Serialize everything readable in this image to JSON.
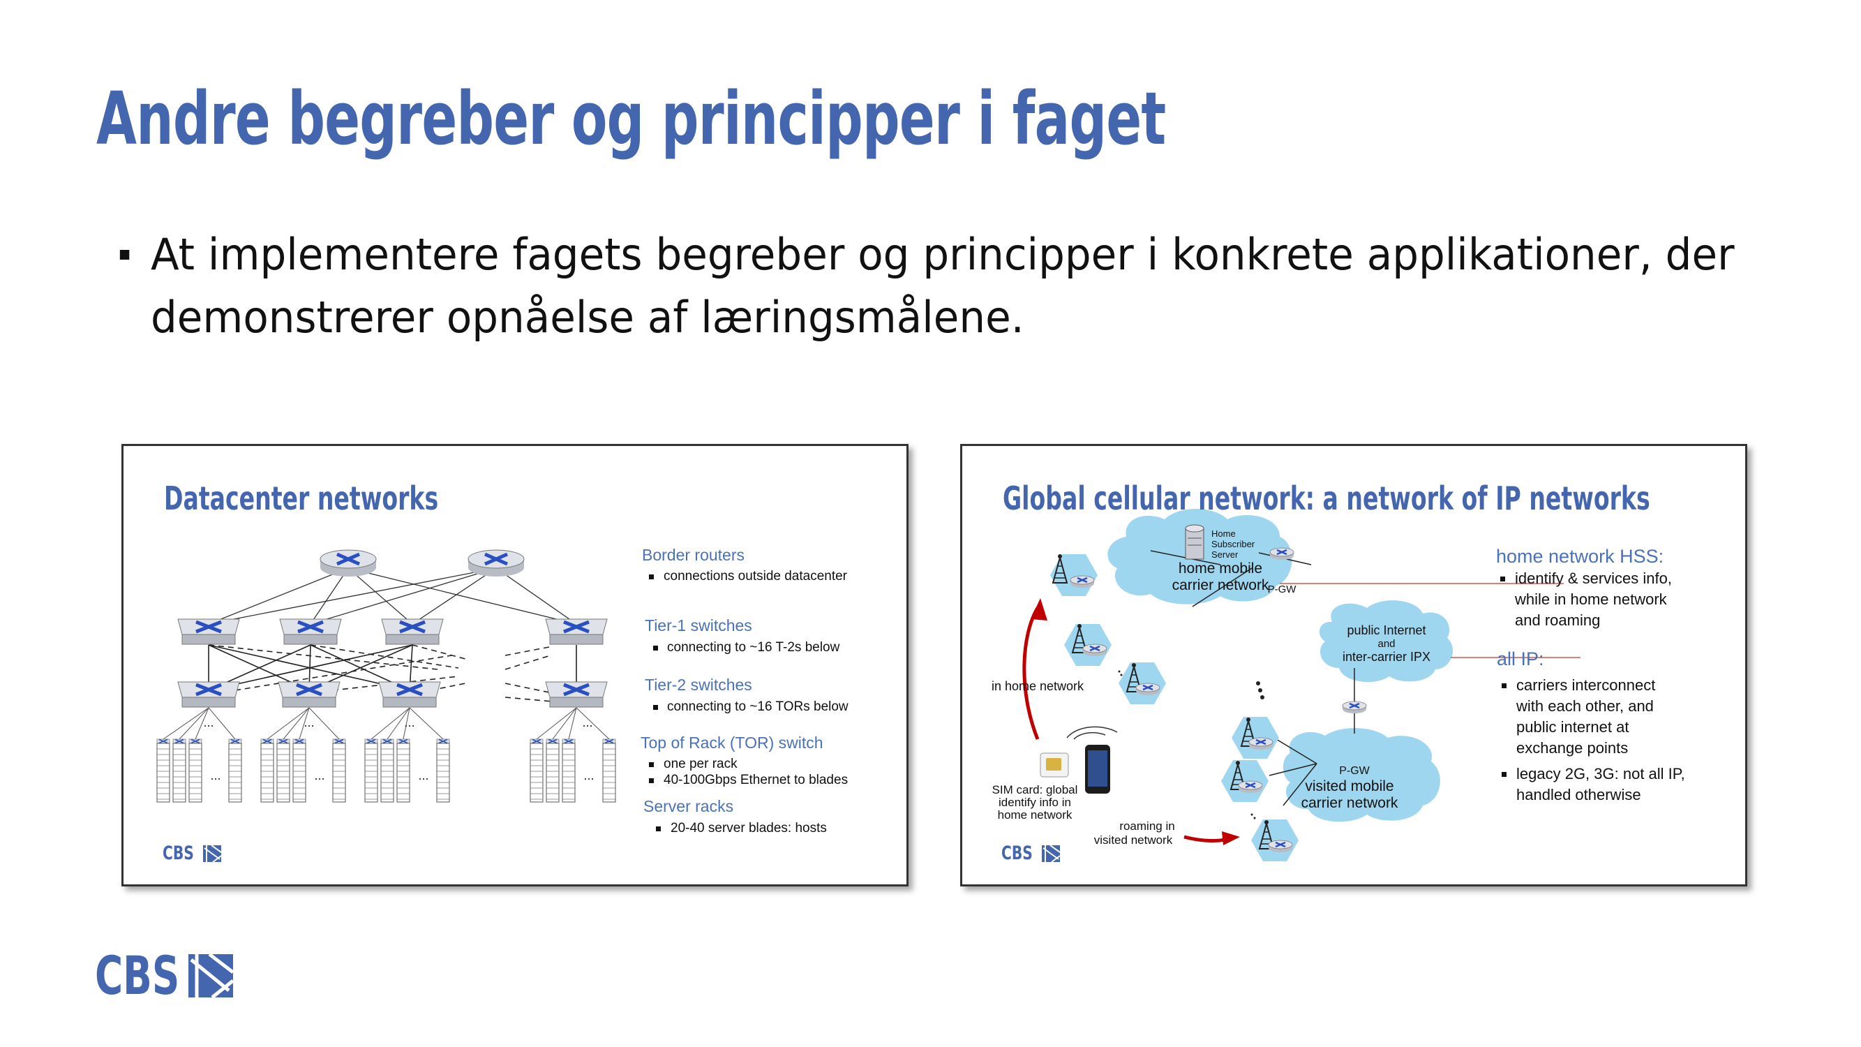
{
  "slide": {
    "title": "Andre begreber og principper i faget",
    "bullet": "At implementere fagets begreber og principper i konkrete applikationer, der demonstrerer opnåelse af læringsmålene.",
    "logo_text": "CBS"
  },
  "colors": {
    "accent": "#4466ae",
    "label_blue": "#4a72b8",
    "cloud": "#9fd6ef",
    "router": "#3a5fcf",
    "roaming_arrow": "#c00000",
    "hss_line": "#c0392b"
  },
  "icons": [
    "bullet-square-icon",
    "router-icon",
    "switch-icon",
    "server-rack-icon",
    "cell-tower-icon",
    "database-server-icon",
    "sim-card-icon",
    "smartphone-icon",
    "cbs-logo-icon"
  ],
  "datacenter": {
    "title": "Datacenter networks",
    "border_routers": "Border routers",
    "border_routers_note": "connections outside datacenter",
    "tier1": "Tier-1 switches",
    "tier1_note": "connecting to ~16 T-2s below",
    "tier2": "Tier-2 switches",
    "tier2_note": "connecting to ~16 TORs below",
    "tor": "Top of Rack (TOR) switch",
    "tor_note1": "one per rack",
    "tor_note2": "40-100Gbps Ethernet to blades",
    "racks": "Server racks",
    "racks_note": "20-40 server blades: hosts",
    "ellipsis": "...",
    "logo_text": "CBS"
  },
  "cellular": {
    "title": "Global cellular network: a network of IP networks",
    "hss_heading": "home network HSS:",
    "hss_bullet": [
      "identify & services info,",
      "while in home network",
      "and roaming"
    ],
    "allip_heading": "all IP:",
    "allip_bullet1": [
      "carriers interconnect",
      "with each other, and",
      "public internet at",
      "exchange points"
    ],
    "allip_bullet2": [
      "legacy 2G, 3G: not all IP,",
      "handled otherwise"
    ],
    "home_network_label": [
      "home mobile",
      "carrier network"
    ],
    "hss_server_label": [
      "Home",
      "Subscriber",
      "Server"
    ],
    "pgw": "P-GW",
    "public_internet": [
      "public Internet",
      "and",
      "inter-carrier IPX"
    ],
    "visited_label": [
      "visited mobile",
      "carrier network"
    ],
    "in_home_network": "in home network",
    "sim_label": [
      "SIM card: global",
      "identify info in",
      "home network"
    ],
    "roaming_label": [
      "roaming in",
      "visited network"
    ],
    "logo_text": "CBS"
  }
}
